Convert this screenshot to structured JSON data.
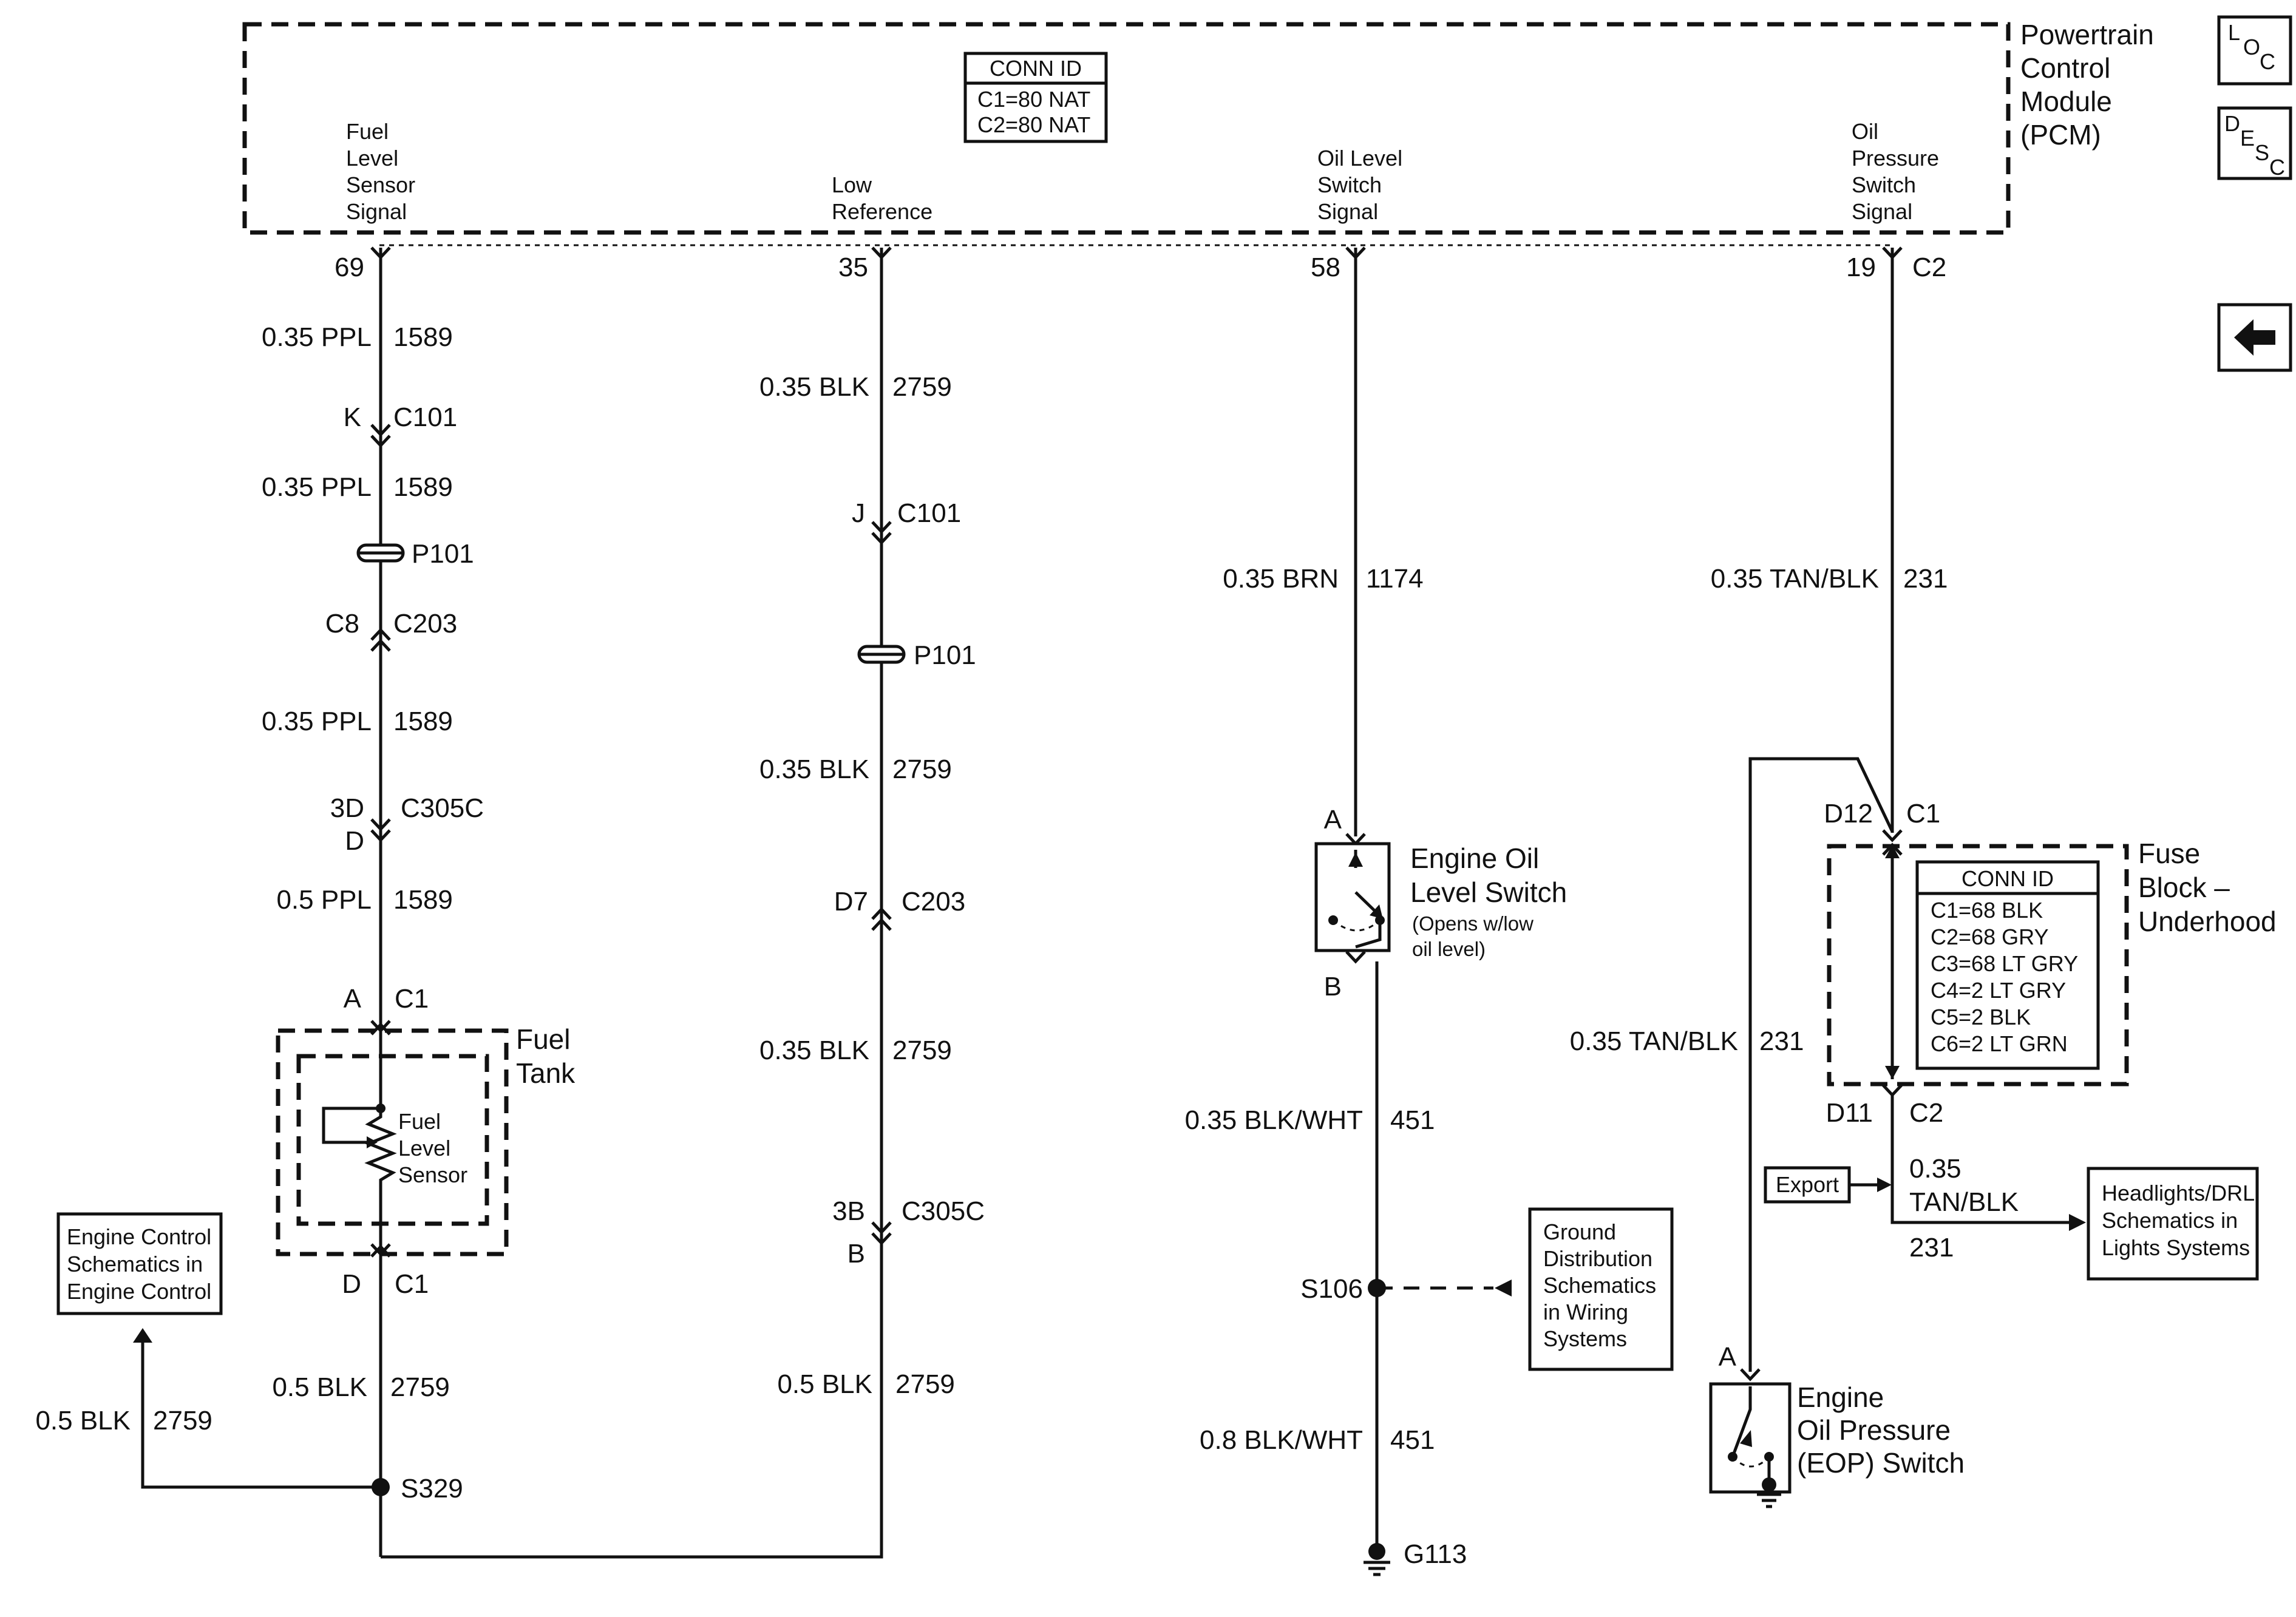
{
  "pcm": {
    "title": [
      "Powertrain",
      "Control",
      "Module",
      "(PCM)"
    ],
    "conn_id": {
      "header": "CONN ID",
      "lines": [
        "C1=80 NAT",
        "C2=80 NAT"
      ]
    },
    "signals": [
      {
        "label": [
          "Fuel",
          "Level",
          "Sensor",
          "Signal"
        ],
        "pin": "69"
      },
      {
        "label": [
          "Low",
          "Reference"
        ],
        "pin": "35"
      },
      {
        "label": [
          "Oil Level",
          "Switch",
          "Signal"
        ],
        "pin": "58"
      },
      {
        "label": [
          "Oil",
          "Pressure",
          "Switch",
          "Signal"
        ],
        "pin": "19",
        "conn": "C2"
      }
    ]
  },
  "nav": {
    "loc": [
      "L",
      "O",
      "C"
    ],
    "desc": [
      "D",
      "E",
      "S",
      "C"
    ],
    "back": "back-arrow"
  },
  "fuel_circuit": {
    "w1": {
      "gauge": "0.35 PPL",
      "num": "1589"
    },
    "c101": {
      "pin": "K",
      "conn": "C101"
    },
    "w2": {
      "gauge": "0.35 PPL",
      "num": "1589"
    },
    "p101": "P101",
    "c203": {
      "pin": "C8",
      "conn": "C203"
    },
    "w3": {
      "gauge": "0.35 PPL",
      "num": "1589"
    },
    "c305": {
      "pin": "3D",
      "conn": "C305C",
      "pin2": "D"
    },
    "w4": {
      "gauge": "0.5 PPL",
      "num": "1589"
    },
    "c1a": {
      "pin": "A",
      "conn": "C1"
    },
    "tank": [
      "Fuel",
      "Tank"
    ],
    "sensor": [
      "Fuel",
      "Level",
      "Sensor"
    ],
    "c1d": {
      "pin": "D",
      "conn": "C1"
    },
    "w5": {
      "gauge": "0.5 BLK",
      "num": "2759"
    },
    "splice": "S329",
    "w6": {
      "gauge": "0.5 BLK",
      "num": "2759"
    },
    "ref_box": [
      "Engine Control",
      "Schematics in",
      "Engine Control"
    ]
  },
  "low_ref": {
    "w1": {
      "gauge": "0.35 BLK",
      "num": "2759"
    },
    "c101": {
      "pin": "J",
      "conn": "C101"
    },
    "p101": "P101",
    "w2": {
      "gauge": "0.35 BLK",
      "num": "2759"
    },
    "c203": {
      "pin": "D7",
      "conn": "C203"
    },
    "w3": {
      "gauge": "0.35 BLK",
      "num": "2759"
    },
    "c305": {
      "pin": "3B",
      "conn": "C305C",
      "pin2": "B"
    },
    "w4": {
      "gauge": "0.5 BLK",
      "num": "2759"
    }
  },
  "oil_level": {
    "w1": {
      "gauge": "0.35 BRN",
      "num": "1174"
    },
    "pin_a": "A",
    "switch": [
      "Engine Oil",
      "Level Switch"
    ],
    "note": [
      "(Opens w/low",
      "oil level)"
    ],
    "pin_b": "B",
    "w2": {
      "gauge": "0.35 BLK/WHT",
      "num": "451"
    },
    "splice": "S106",
    "ground_box": [
      "Ground",
      "Distribution",
      "Schematics",
      "in Wiring",
      "Systems"
    ],
    "w3": {
      "gauge": "0.8 BLK/WHT",
      "num": "451"
    },
    "ground": "G113"
  },
  "oil_pressure": {
    "w1": {
      "gauge": "0.35 TAN/BLK",
      "num": "231"
    },
    "fuse_in": {
      "pin": "D12",
      "conn": "C1"
    },
    "fuse_block": [
      "Fuse",
      "Block –",
      "Underhood"
    ],
    "fuse_conn": {
      "header": "CONN ID",
      "lines": [
        "C1=68 BLK",
        "C2=68 GRY",
        "C3=68 LT GRY",
        "C4=2 LT GRY",
        "C5=2 BLK",
        "C6=2 LT GRN"
      ]
    },
    "w2": {
      "gauge": "0.35 TAN/BLK",
      "num": "231"
    },
    "fuse_out": {
      "pin": "D11",
      "conn": "C2"
    },
    "export": "Export",
    "w3": {
      "gauge": [
        "0.35",
        "TAN/BLK"
      ],
      "num": "231"
    },
    "headlights": [
      "Headlights/DRL",
      "Schematics in",
      "Lights Systems"
    ],
    "eop_pin": "A",
    "eop": [
      "Engine",
      "Oil Pressure",
      "(EOP) Switch"
    ]
  }
}
